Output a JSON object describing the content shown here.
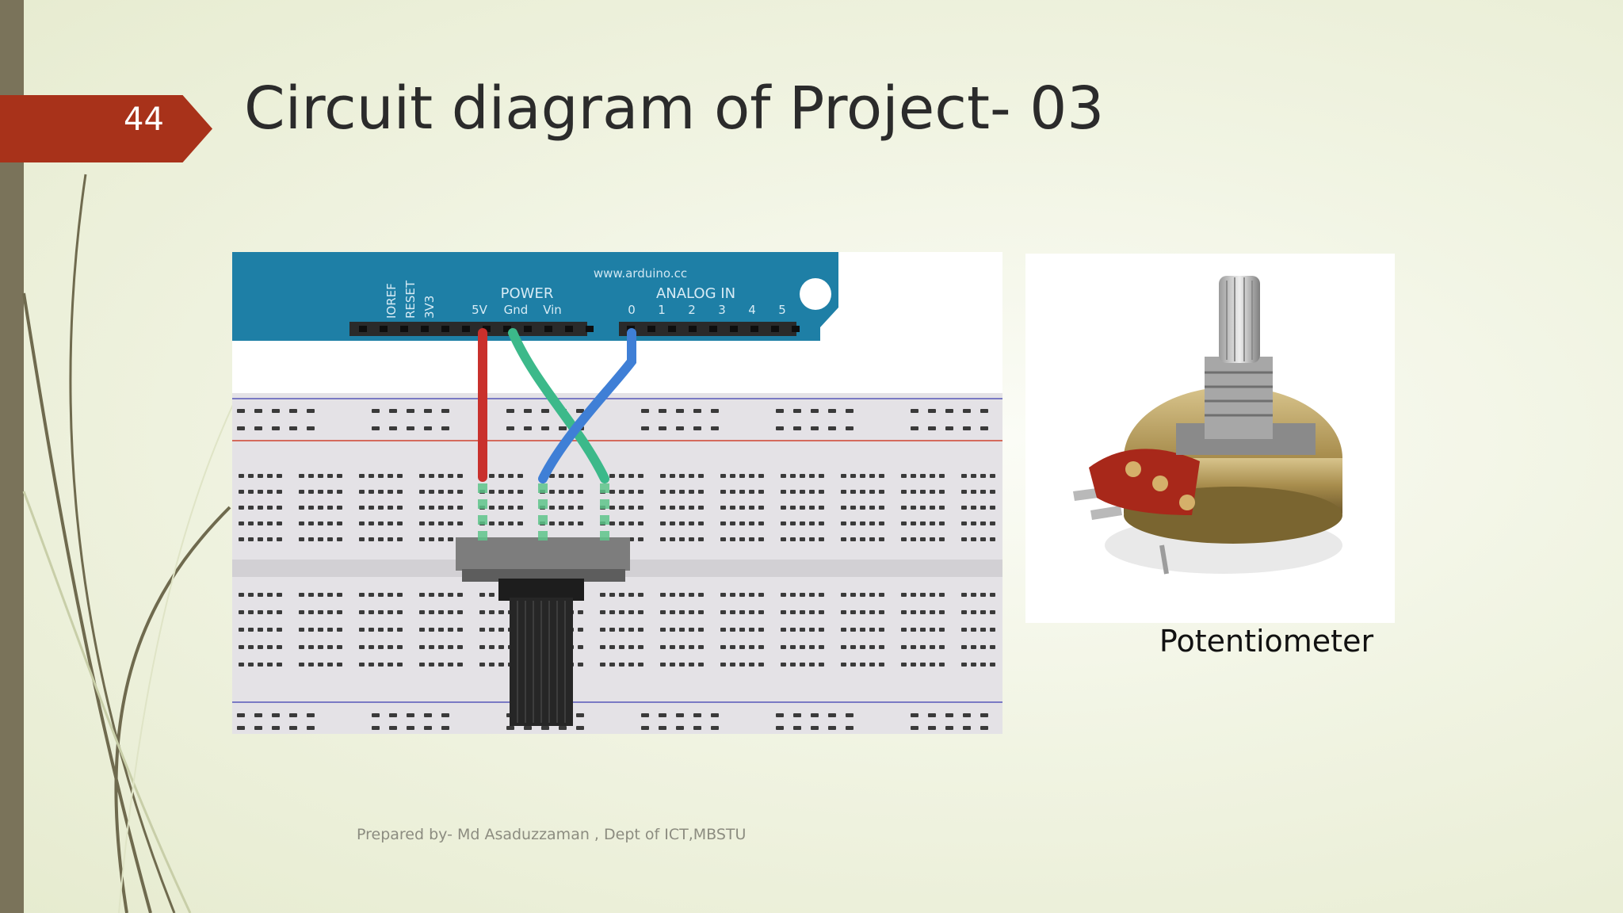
{
  "slide": {
    "number": "44",
    "title": "Circuit diagram of Project- 03",
    "footer": "Prepared by- Md Asaduzzaman , Dept of ICT,MBSTU"
  },
  "circuit_image": {
    "board_url": "www.arduino.cc",
    "power_header": "POWER",
    "analog_header": "ANALOG IN",
    "side_pins": [
      "IOREF",
      "RESET",
      "3V3"
    ],
    "power_pins": [
      "5V",
      "Gnd",
      "Vin"
    ],
    "analog_pins": [
      "0",
      "1",
      "2",
      "3",
      "4",
      "5"
    ]
  },
  "potentiometer": {
    "caption": "Potentiometer"
  },
  "colors": {
    "accent": "#a8321a",
    "sidebar": "#7a735a",
    "board": "#1e7fa6",
    "wire_5v": "#c9302c",
    "wire_gnd": "#3cb98a",
    "wire_analog": "#3f7fd6"
  }
}
